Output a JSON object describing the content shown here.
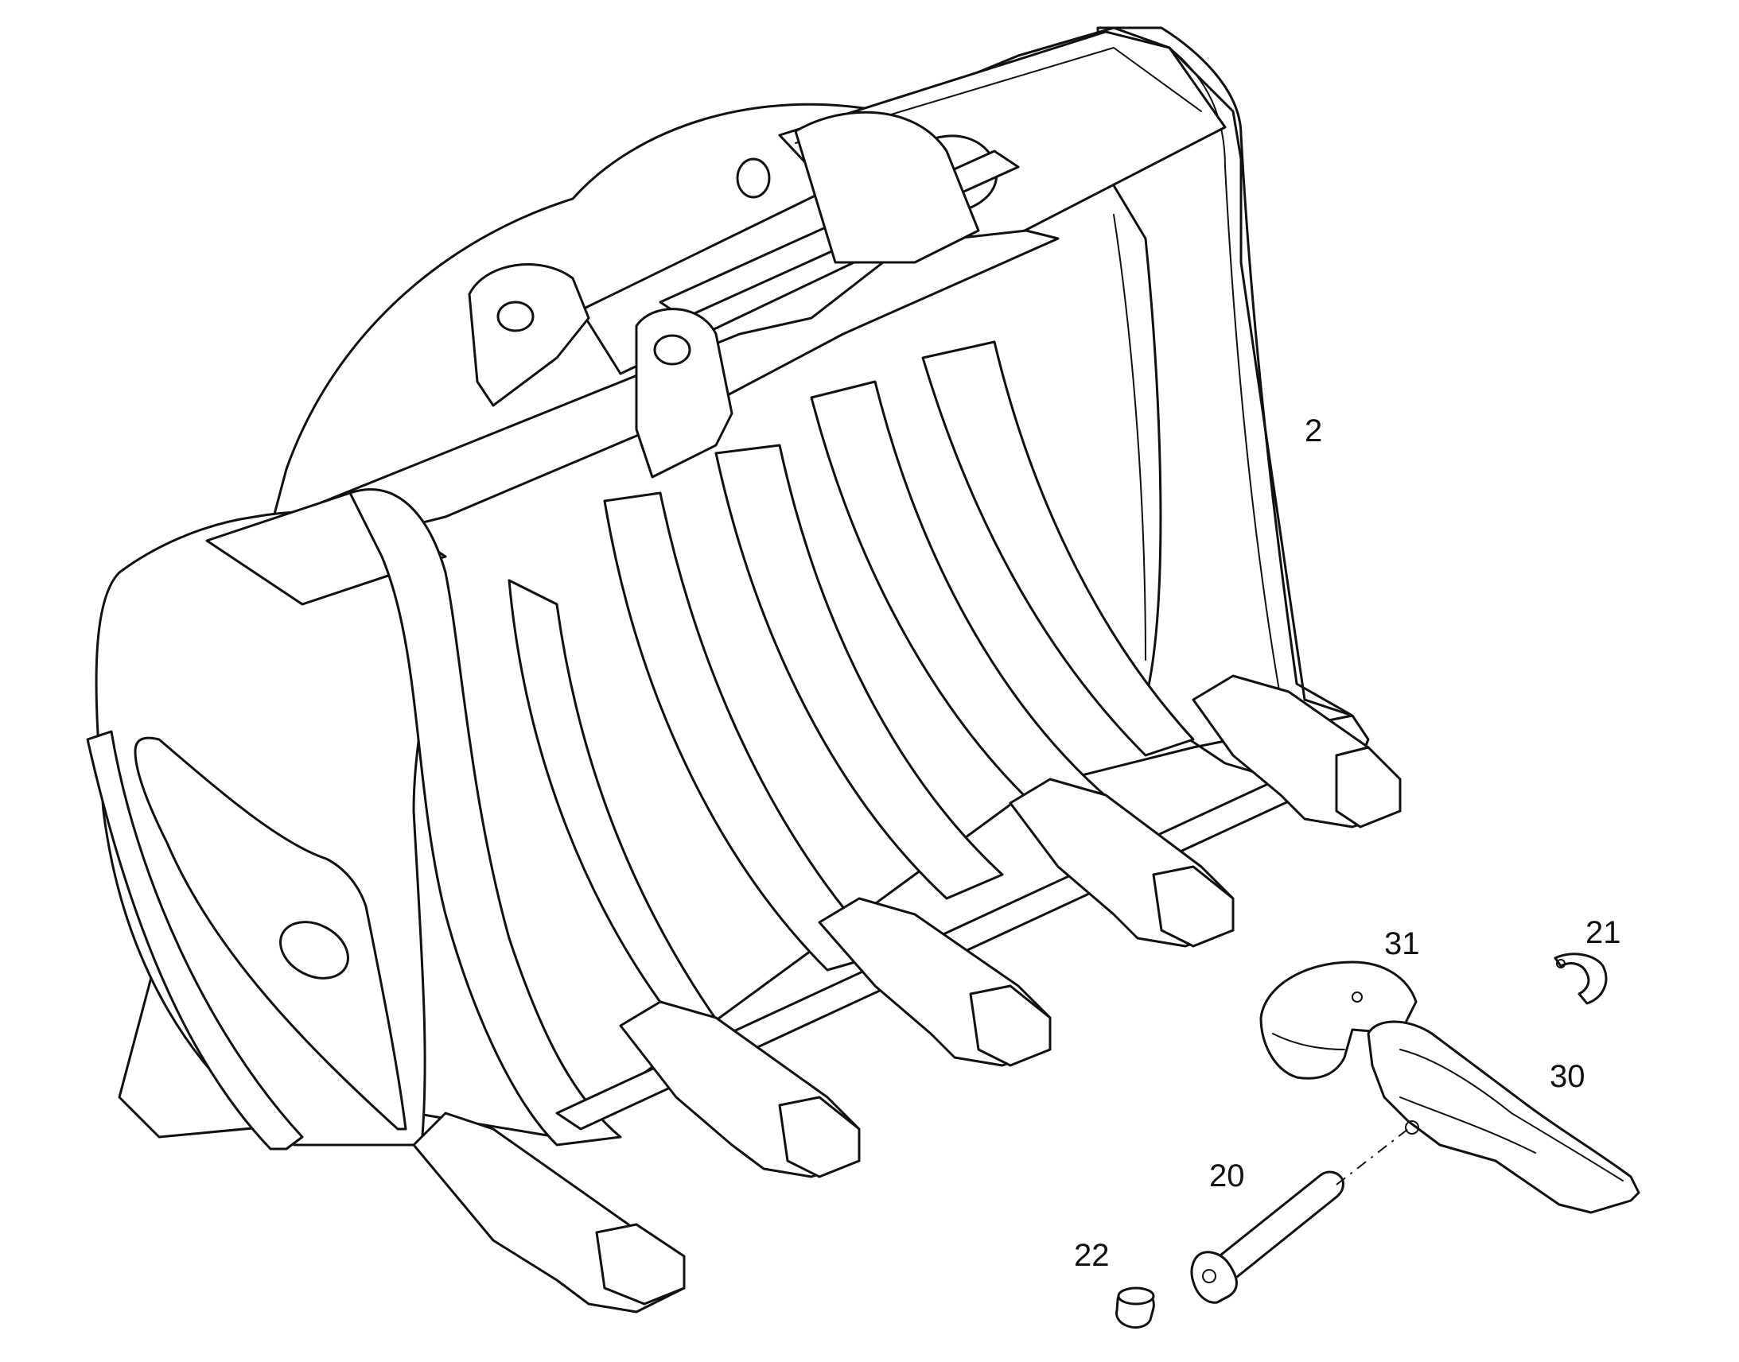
{
  "callouts": {
    "bucket": "2",
    "adapter_cover": "31",
    "lock_ring": "21",
    "tooth": "30",
    "pin": "20",
    "plug": "22"
  }
}
